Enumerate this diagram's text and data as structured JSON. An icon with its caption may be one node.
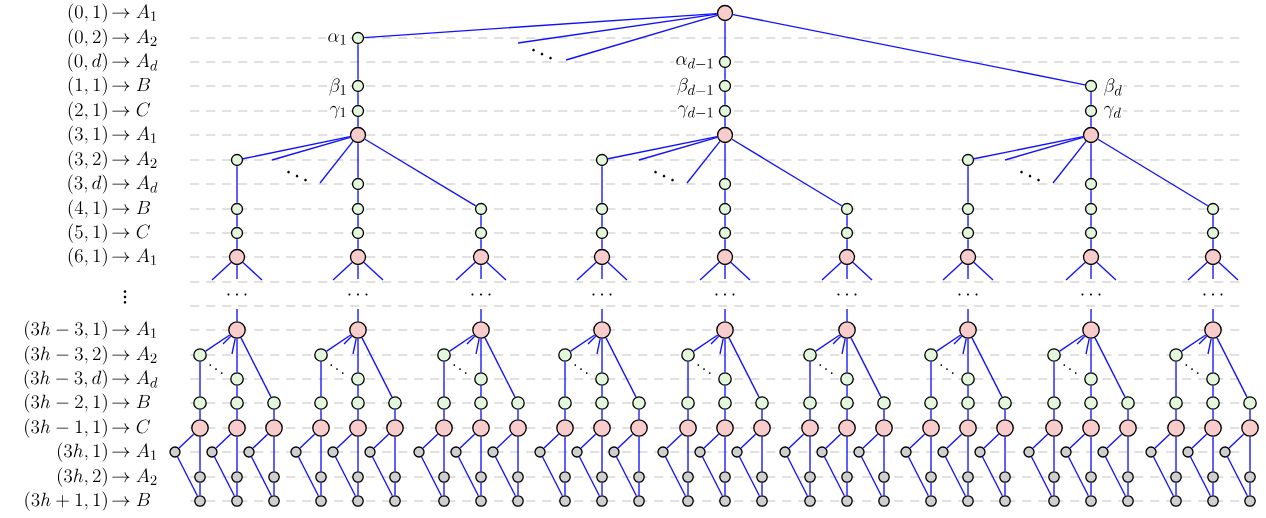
{
  "diagram": {
    "nodes": [
      {
        "text": [],
        "shape": "circle"
      },
      {
        "text": [],
        "shape": "circle",
        "beside": [
          "\\alpha_1"
        ]
      },
      {
        "text": [],
        "shape": "circle",
        "beside": [
          "\\beta_1"
        ]
      },
      {
        "text": [],
        "shape": "circle",
        "beside": [
          "\\gamma_1"
        ]
      },
      {
        "text": [],
        "shape": "circle"
      },
      {
        "text": [],
        "shape": "circle",
        "beside": [
          "\\alpha_{d-1}"
        ]
      },
      {
        "text": [],
        "shape": "circle",
        "beside": [
          "\\beta_{d-1}"
        ]
      },
      {
        "text": [],
        "shape": "circle",
        "beside": [
          "\\gamma_{d-1}"
        ]
      },
      {
        "text": [],
        "shape": "circle"
      },
      {
        "text": [],
        "shape": "circle",
        "beside": [
          "\\beta_d"
        ]
      },
      {
        "text": [],
        "shape": "circle",
        "beside": [
          "\\gamma_d"
        ]
      },
      {
        "text": [],
        "shape": "circle"
      },
      {
        "text": [],
        "shape": "circle"
      },
      {
        "text": [],
        "shape": "circle"
      },
      {
        "text": [],
        "shape": "circle"
      },
      {
        "text": [],
        "shape": "circle"
      },
      {
        "text": [],
        "shape": "circle"
      },
      {
        "text": [],
        "shape": "circle"
      },
      {
        "text": [],
        "shape": "circle"
      },
      {
        "text": [],
        "shape": "circle"
      },
      {
        "text": [],
        "shape": "circle"
      },
      {
        "text": [],
        "shape": "circle"
      },
      {
        "text": [],
        "shape": "circle"
      },
      {
        "text": [],
        "shape": "circle"
      },
      {
        "text": [],
        "shape": "circle"
      },
      {
        "text": [],
        "shape": "circle"
      },
      {
        "text": [],
        "shape": "circle"
      },
      {
        "text": [],
        "shape": "circle"
      },
      {
        "text": [],
        "shape": "circle"
      },
      {
        "text": [],
        "shape": "circle"
      },
      {
        "text": [],
        "shape": "circle"
      },
      {
        "text": [],
        "shape": "circle"
      },
      {
        "text": [],
        "shape": "circle"
      },
      {
        "text": [],
        "shape": "circle"
      },
      {
        "text": [],
        "shape": "circle"
      },
      {
        "text": [],
        "shape": "circle"
      },
      {
        "text": [],
        "shape": "circle"
      },
      {
        "text": [],
        "shape": "circle"
      },
      {
        "text": [],
        "shape": "circle"
      },
      {
        "text": [],
        "shape": "circle"
      },
      {
        "text": [],
        "shape": "circle"
      },
      {
        "text": [],
        "shape": "circle"
      },
      {
        "text": [],
        "shape": "circle"
      },
      {
        "text": [],
        "shape": "circle"
      },
      {
        "text": [],
        "shape": "circle"
      },
      {
        "text": [],
        "shape": "circle"
      },
      {
        "text": [],
        "shape": "circle"
      },
      {
        "text": [],
        "shape": "circle"
      },
      {
        "text": [],
        "shape": "circle"
      },
      {
        "text": [],
        "shape": "circle"
      },
      {
        "text": [],
        "shape": "circle"
      },
      {
        "text": [],
        "shape": "circle"
      },
      {
        "text": [],
        "shape": "circle"
      },
      {
        "text": [],
        "shape": "circle"
      },
      {
        "text": [],
        "shape": "circle"
      },
      {
        "text": [],
        "shape": "circle"
      },
      {
        "text": [],
        "shape": "circle"
      },
      {
        "text": [],
        "shape": "circle"
      },
      {
        "text": [],
        "shape": "circle"
      },
      {
        "text": [],
        "shape": "circle"
      },
      {
        "text": [],
        "shape": "circle"
      },
      {
        "text": [],
        "shape": "circle"
      },
      {
        "text": [],
        "shape": "circle"
      },
      {
        "text": [],
        "shape": "circle"
      },
      {
        "text": [],
        "shape": "circle"
      },
      {
        "text": [],
        "shape": "circle"
      },
      {
        "text": [],
        "shape": "circle"
      },
      {
        "text": [],
        "shape": "circle"
      },
      {
        "text": [],
        "shape": "circle"
      },
      {
        "text": [],
        "shape": "circle"
      },
      {
        "text": [],
        "shape": "circle"
      },
      {
        "text": [],
        "shape": "circle"
      },
      {
        "text": [],
        "shape": "circle"
      },
      {
        "text": [],
        "shape": "circle"
      },
      {
        "text": [],
        "shape": "circle"
      },
      {
        "text": [],
        "shape": "circle"
      },
      {
        "text": [],
        "shape": "circle"
      },
      {
        "text": [],
        "shape": "circle"
      },
      {
        "text": [],
        "shape": "circle"
      },
      {
        "text": [],
        "shape": "circle"
      },
      {
        "text": [],
        "shape": "circle"
      },
      {
        "text": [],
        "shape": "circle"
      },
      {
        "text": [],
        "shape": "circle"
      },
      {
        "text": [],
        "shape": "circle"
      },
      {
        "text": [],
        "shape": "circle"
      },
      {
        "text": [],
        "shape": "circle"
      },
      {
        "text": [],
        "shape": "circle"
      },
      {
        "text": [],
        "shape": "circle"
      },
      {
        "text": [],
        "shape": "circle"
      },
      {
        "text": [],
        "shape": "circle"
      },
      {
        "text": [],
        "shape": "circle"
      },
      {
        "text": [],
        "shape": "circle"
      },
      {
        "text": [],
        "shape": "circle"
      },
      {
        "text": [],
        "shape": "circle"
      },
      {
        "text": [],
        "shape": "circle"
      },
      {
        "text": [],
        "shape": "circle"
      },
      {
        "text": [],
        "shape": "circle"
      },
      {
        "text": [],
        "shape": "circle"
      },
      {
        "text": [],
        "shape": "circle"
      },
      {
        "text": [],
        "shape": "circle"
      },
      {
        "text": [],
        "shape": "circle"
      },
      {
        "text": [],
        "shape": "circle"
      },
      {
        "text": [],
        "shape": "circle"
      },
      {
        "text": [],
        "shape": "circle"
      },
      {
        "text": [],
        "shape": "circle"
      },
      {
        "text": [],
        "shape": "circle"
      },
      {
        "text": [],
        "shape": "circle"
      },
      {
        "text": [],
        "shape": "circle"
      },
      {
        "text": [],
        "shape": "circle"
      },
      {
        "text": [],
        "shape": "circle"
      },
      {
        "text": [],
        "shape": "circle"
      },
      {
        "text": [],
        "shape": "circle"
      },
      {
        "text": [],
        "shape": "circle"
      },
      {
        "text": [],
        "shape": "circle"
      },
      {
        "text": [],
        "shape": "circle"
      },
      {
        "text": [],
        "shape": "circle"
      },
      {
        "text": [],
        "shape": "circle"
      },
      {
        "text": [],
        "shape": "circle"
      },
      {
        "text": [],
        "shape": "circle"
      },
      {
        "text": [],
        "shape": "circle"
      },
      {
        "text": [],
        "shape": "circle"
      },
      {
        "text": [],
        "shape": "circle"
      },
      {
        "text": [],
        "shape": "circle"
      },
      {
        "text": [],
        "shape": "circle"
      },
      {
        "text": [],
        "shape": "circle"
      },
      {
        "text": [],
        "shape": "circle"
      },
      {
        "text": [],
        "shape": "circle"
      },
      {
        "text": [],
        "shape": "circle"
      },
      {
        "text": [],
        "shape": "circle"
      },
      {
        "text": [],
        "shape": "circle"
      },
      {
        "text": [],
        "shape": "circle"
      },
      {
        "text": [],
        "shape": "circle"
      },
      {
        "text": [],
        "shape": "circle"
      },
      {
        "text": [],
        "shape": "circle"
      },
      {
        "text": [],
        "shape": "circle"
      },
      {
        "text": [],
        "shape": "circle"
      },
      {
        "text": [],
        "shape": "circle"
      },
      {
        "text": [],
        "shape": "circle"
      },
      {
        "text": [],
        "shape": "circle"
      },
      {
        "text": [],
        "shape": "circle"
      },
      {
        "text": [],
        "shape": "circle"
      },
      {
        "text": [],
        "shape": "circle"
      },
      {
        "text": [],
        "shape": "circle"
      },
      {
        "text": [],
        "shape": "circle"
      },
      {
        "text": [],
        "shape": "circle"
      },
      {
        "text": [],
        "shape": "circle"
      },
      {
        "text": [],
        "shape": "circle"
      },
      {
        "text": [],
        "shape": "circle"
      },
      {
        "text": [],
        "shape": "circle"
      },
      {
        "text": [],
        "shape": "circle"
      },
      {
        "text": [],
        "shape": "circle"
      },
      {
        "text": [],
        "shape": "circle"
      },
      {
        "text": [],
        "shape": "circle"
      },
      {
        "text": [],
        "shape": "circle"
      },
      {
        "text": [],
        "shape": "circle"
      },
      {
        "text": [],
        "shape": "circle"
      },
      {
        "text": [],
        "shape": "circle"
      },
      {
        "text": [],
        "shape": "circle"
      },
      {
        "text": [],
        "shape": "circle"
      },
      {
        "text": [],
        "shape": "circle"
      },
      {
        "text": [],
        "shape": "circle"
      },
      {
        "text": [],
        "shape": "circle"
      },
      {
        "text": [],
        "shape": "circle"
      },
      {
        "text": [],
        "shape": "circle"
      },
      {
        "text": [],
        "shape": "circle"
      },
      {
        "text": [],
        "shape": "circle"
      },
      {
        "text": [],
        "shape": "circle"
      },
      {
        "text": [],
        "shape": "circle"
      },
      {
        "text": [],
        "shape": "circle"
      },
      {
        "text": [],
        "shape": "circle"
      },
      {
        "text": [],
        "shape": "circle"
      },
      {
        "text": [],
        "shape": "circle"
      },
      {
        "text": [],
        "shape": "circle"
      },
      {
        "text": [],
        "shape": "circle"
      },
      {
        "text": [],
        "shape": "circle"
      },
      {
        "text": [],
        "shape": "circle"
      },
      {
        "text": [],
        "shape": "circle"
      },
      {
        "text": [],
        "shape": "circle"
      },
      {
        "text": [],
        "shape": "circle"
      },
      {
        "text": [],
        "shape": "circle"
      },
      {
        "text": [],
        "shape": "circle"
      },
      {
        "text": [],
        "shape": "circle"
      },
      {
        "text": [],
        "shape": "circle"
      },
      {
        "text": [],
        "shape": "circle"
      },
      {
        "text": [],
        "shape": "circle"
      },
      {
        "text": [],
        "shape": "circle"
      },
      {
        "text": [],
        "shape": "circle"
      },
      {
        "text": [],
        "shape": "circle"
      },
      {
        "text": [],
        "shape": "circle"
      },
      {
        "text": [],
        "shape": "circle"
      },
      {
        "text": [],
        "shape": "circle"
      },
      {
        "text": [],
        "shape": "circle"
      },
      {
        "text": [],
        "shape": "circle"
      },
      {
        "text": [],
        "shape": "circle"
      },
      {
        "text": [],
        "shape": "circle"
      },
      {
        "text": [],
        "shape": "circle"
      },
      {
        "text": [],
        "shape": "circle"
      },
      {
        "text": [],
        "shape": "circle"
      },
      {
        "text": [],
        "shape": "circle"
      },
      {
        "text": [],
        "shape": "circle"
      },
      {
        "text": [],
        "shape": "circle"
      },
      {
        "text": [],
        "shape": "circle"
      },
      {
        "text": [],
        "shape": "circle"
      },
      {
        "text": [],
        "shape": "circle"
      },
      {
        "text": [],
        "shape": "circle"
      },
      {
        "text": [],
        "shape": "circle"
      },
      {
        "text": [],
        "shape": "circle"
      }
    ],
    "edges": [
      {
        "from": 0,
        "to": 1,
        "arrow": "none"
      },
      {
        "from": 0,
        "to": null,
        "arrow": "none"
      },
      {
        "from": 0,
        "to": null,
        "arrow": "none"
      },
      {
        "from": 0,
        "to": 5,
        "arrow": "none"
      },
      {
        "from": 0,
        "to": 9,
        "arrow": "none"
      },
      {
        "from": 1,
        "to": 2,
        "arrow": "none"
      },
      {
        "from": 2,
        "to": 3,
        "arrow": "none"
      },
      {
        "from": 3,
        "to": 4,
        "arrow": "none"
      },
      {
        "from": 5,
        "to": 6,
        "arrow": "none"
      },
      {
        "from": 6,
        "to": 7,
        "arrow": "none"
      },
      {
        "from": 7,
        "to": 8,
        "arrow": "none"
      },
      {
        "from": 9,
        "to": 10,
        "arrow": "none"
      },
      {
        "from": 10,
        "to": 11,
        "arrow": "none"
      },
      {
        "from": 4,
        "to": 12,
        "arrow": "none"
      },
      {
        "from": 4,
        "to": null,
        "arrow": "none"
      },
      {
        "from": 4,
        "to": null,
        "arrow": "none"
      },
      {
        "from": 4,
        "to": 16,
        "arrow": "none"
      },
      {
        "from": 4,
        "to": 20,
        "arrow": "none"
      },
      {
        "from": 12,
        "to": 13,
        "arrow": "none"
      },
      {
        "from": 13,
        "to": 14,
        "arrow": "none"
      },
      {
        "from": 14,
        "to": 15,
        "arrow": "none"
      },
      {
        "from": 16,
        "to": 17,
        "arrow": "none"
      },
      {
        "from": 17,
        "to": 18,
        "arrow": "none"
      },
      {
        "from": 18,
        "to": 19,
        "arrow": "none"
      },
      {
        "from": 20,
        "to": 21,
        "arrow": "none"
      },
      {
        "from": 21,
        "to": 22,
        "arrow": "none"
      },
      {
        "from": 8,
        "to": 23,
        "arrow": "none"
      },
      {
        "from": 8,
        "to": null,
        "arrow": "none"
      },
      {
        "from": 8,
        "to": null,
        "arrow": "none"
      },
      {
        "from": 8,
        "to": 27,
        "arrow": "none"
      },
      {
        "from": 8,
        "to": 31,
        "arrow": "none"
      },
      {
        "from": 23,
        "to": 24,
        "arrow": "none"
      },
      {
        "from": 24,
        "to": 25,
        "arrow": "none"
      },
      {
        "from": 25,
        "to": 26,
        "arrow": "none"
      },
      {
        "from": 27,
        "to": 28,
        "arrow": "none"
      },
      {
        "from": 28,
        "to": 29,
        "arrow": "none"
      },
      {
        "from": 29,
        "to": 30,
        "arrow": "none"
      },
      {
        "from": 31,
        "to": 32,
        "arrow": "none"
      },
      {
        "from": 32,
        "to": 33,
        "arrow": "none"
      },
      {
        "from": 11,
        "to": 34,
        "arrow": "none"
      },
      {
        "from": 11,
        "to": null,
        "arrow": "none"
      },
      {
        "from": 11,
        "to": null,
        "arrow": "none"
      },
      {
        "from": 11,
        "to": 38,
        "arrow": "none"
      },
      {
        "from": 11,
        "to": 42,
        "arrow": "none"
      },
      {
        "from": 34,
        "to": 35,
        "arrow": "none"
      },
      {
        "from": 35,
        "to": 36,
        "arrow": "none"
      },
      {
        "from": 36,
        "to": 37,
        "arrow": "none"
      },
      {
        "from": 38,
        "to": 39,
        "arrow": "none"
      },
      {
        "from": 39,
        "to": 40,
        "arrow": "none"
      },
      {
        "from": 40,
        "to": 41,
        "arrow": "none"
      },
      {
        "from": 42,
        "to": 43,
        "arrow": "none"
      },
      {
        "from": 43,
        "to": 44,
        "arrow": "none"
      },
      {
        "from": 15,
        "to": null,
        "arrow": "none"
      },
      {
        "from": 15,
        "to": null,
        "arrow": "none"
      },
      {
        "from": 15,
        "to": null,
        "arrow": "none"
      },
      {
        "from": 19,
        "to": null,
        "arrow": "none"
      },
      {
        "from": 19,
        "to": null,
        "arrow": "none"
      },
      {
        "from": 19,
        "to": null,
        "arrow": "none"
      },
      {
        "from": 22,
        "to": null,
        "arrow": "none"
      },
      {
        "from": 22,
        "to": null,
        "arrow": "none"
      },
      {
        "from": 22,
        "to": null,
        "arrow": "none"
      },
      {
        "from": 26,
        "to": null,
        "arrow": "none"
      },
      {
        "from": 26,
        "to": null,
        "arrow": "none"
      },
      {
        "from": 26,
        "to": null,
        "arrow": "none"
      },
      {
        "from": 30,
        "to": null,
        "arrow": "none"
      },
      {
        "from": 30,
        "to": null,
        "arrow": "none"
      },
      {
        "from": 30,
        "to": null,
        "arrow": "none"
      },
      {
        "from": 33,
        "to": null,
        "arrow": "none"
      },
      {
        "from": 33,
        "to": null,
        "arrow": "none"
      },
      {
        "from": 33,
        "to": null,
        "arrow": "none"
      },
      {
        "from": 37,
        "to": null,
        "arrow": "none"
      },
      {
        "from": 37,
        "to": null,
        "arrow": "none"
      },
      {
        "from": 37,
        "to": null,
        "arrow": "none"
      },
      {
        "from": 41,
        "to": null,
        "arrow": "none"
      },
      {
        "from": 41,
        "to": null,
        "arrow": "none"
      },
      {
        "from": 41,
        "to": null,
        "arrow": "none"
      },
      {
        "from": 44,
        "to": null,
        "arrow": "none"
      },
      {
        "from": 44,
        "to": null,
        "arrow": "none"
      },
      {
        "from": 44,
        "to": null,
        "arrow": "none"
      },
      {
        "from": null,
        "to": 45,
        "arrow": "none"
      },
      {
        "from": 45,
        "to": 46,
        "arrow": "none"
      },
      {
        "from": 45,
        "to": null,
        "arrow": "none"
      },
      {
        "from": 45,
        "to": null,
        "arrow": "none"
      },
      {
        "from": 45,
        "to": 49,
        "arrow": "none"
      },
      {
        "from": 45,
        "to": 52,
        "arrow": "none"
      },
      {
        "from": 46,
        "to": 47,
        "arrow": "none"
      },
      {
        "from": 47,
        "to": 48,
        "arrow": "none"
      },
      {
        "from": 49,
        "to": 50,
        "arrow": "none"
      },
      {
        "from": 50,
        "to": 51,
        "arrow": "none"
      },
      {
        "from": 52,
        "to": 53,
        "arrow": "none"
      },
      {
        "from": 48,
        "to": 54,
        "arrow": "none"
      },
      {
        "from": 48,
        "to": 55,
        "arrow": "none"
      },
      {
        "from": 55,
        "to": 56,
        "arrow": "none"
      },
      {
        "from": 54,
        "to": 56,
        "arrow": "none"
      },
      {
        "from": 51,
        "to": 57,
        "arrow": "none"
      },
      {
        "from": 51,
        "to": 58,
        "arrow": "none"
      },
      {
        "from": 58,
        "to": 59,
        "arrow": "none"
      },
      {
        "from": 57,
        "to": 59,
        "arrow": "none"
      },
      {
        "from": 53,
        "to": 60,
        "arrow": "none"
      },
      {
        "from": 53,
        "to": 61,
        "arrow": "none"
      },
      {
        "from": 61,
        "to": 62,
        "arrow": "none"
      },
      {
        "from": 60,
        "to": 62,
        "arrow": "none"
      },
      {
        "from": null,
        "to": 63,
        "arrow": "none"
      },
      {
        "from": 63,
        "to": 64,
        "arrow": "none"
      },
      {
        "from": 63,
        "to": null,
        "arrow": "none"
      },
      {
        "from": 63,
        "to": null,
        "arrow": "none"
      },
      {
        "from": 63,
        "to": 67,
        "arrow": "none"
      },
      {
        "from": 63,
        "to": 70,
        "arrow": "none"
      },
      {
        "from": 64,
        "to": 65,
        "arrow": "none"
      },
      {
        "from": 65,
        "to": 66,
        "arrow": "none"
      },
      {
        "from": 67,
        "to": 68,
        "arrow": "none"
      },
      {
        "from": 68,
        "to": 69,
        "arrow": "none"
      },
      {
        "from": 70,
        "to": 71,
        "arrow": "none"
      },
      {
        "from": 66,
        "to": 72,
        "arrow": "none"
      },
      {
        "from": 66,
        "to": 73,
        "arrow": "none"
      },
      {
        "from": 73,
        "to": 74,
        "arrow": "none"
      },
      {
        "from": 72,
        "to": 74,
        "arrow": "none"
      },
      {
        "from": 69,
        "to": 75,
        "arrow": "none"
      },
      {
        "from": 69,
        "to": 76,
        "arrow": "none"
      },
      {
        "from": 76,
        "to": 77,
        "arrow": "none"
      },
      {
        "from": 75,
        "to": 77,
        "arrow": "none"
      },
      {
        "from": 71,
        "to": 78,
        "arrow": "none"
      },
      {
        "from": 71,
        "to": 79,
        "arrow": "none"
      },
      {
        "from": 79,
        "to": 80,
        "arrow": "none"
      },
      {
        "from": 78,
        "to": 80,
        "arrow": "none"
      },
      {
        "from": null,
        "to": 81,
        "arrow": "none"
      },
      {
        "from": 81,
        "to": 82,
        "arrow": "none"
      },
      {
        "from": 81,
        "to": null,
        "arrow": "none"
      },
      {
        "from": 81,
        "to": null,
        "arrow": "none"
      },
      {
        "from": 81,
        "to": 85,
        "arrow": "none"
      },
      {
        "from": 81,
        "to": 88,
        "arrow": "none"
      },
      {
        "from": 82,
        "to": 83,
        "arrow": "none"
      },
      {
        "from": 83,
        "to": 84,
        "arrow": "none"
      },
      {
        "from": 85,
        "to": 86,
        "arrow": "none"
      },
      {
        "from": 86,
        "to": 87,
        "arrow": "none"
      },
      {
        "from": 88,
        "to": 89,
        "arrow": "none"
      },
      {
        "from": 84,
        "to": 90,
        "arrow": "none"
      },
      {
        "from": 84,
        "to": 91,
        "arrow": "none"
      },
      {
        "from": 91,
        "to": 92,
        "arrow": "none"
      },
      {
        "from": 90,
        "to": 92,
        "arrow": "none"
      },
      {
        "from": 87,
        "to": 93,
        "arrow": "none"
      },
      {
        "from": 87,
        "to": 94,
        "arrow": "none"
      },
      {
        "from": 94,
        "to": 95,
        "arrow": "none"
      },
      {
        "from": 93,
        "to": 95,
        "arrow": "none"
      },
      {
        "from": 89,
        "to": 96,
        "arrow": "none"
      },
      {
        "from": 89,
        "to": 97,
        "arrow": "none"
      },
      {
        "from": 97,
        "to": 98,
        "arrow": "none"
      },
      {
        "from": 96,
        "to": 98,
        "arrow": "none"
      },
      {
        "from": null,
        "to": 99,
        "arrow": "none"
      },
      {
        "from": 99,
        "to": 100,
        "arrow": "none"
      },
      {
        "from": 99,
        "to": null,
        "arrow": "none"
      },
      {
        "from": 99,
        "to": null,
        "arrow": "none"
      },
      {
        "from": 99,
        "to": 103,
        "arrow": "none"
      },
      {
        "from": 99,
        "to": 106,
        "arrow": "none"
      },
      {
        "from": 100,
        "to": 101,
        "arrow": "none"
      },
      {
        "from": 101,
        "to": 102,
        "arrow": "none"
      },
      {
        "from": 103,
        "to": 104,
        "arrow": "none"
      },
      {
        "from": 104,
        "to": 105,
        "arrow": "none"
      },
      {
        "from": 106,
        "to": 107,
        "arrow": "none"
      },
      {
        "from": 102,
        "to": 108,
        "arrow": "none"
      },
      {
        "from": 102,
        "to": 109,
        "arrow": "none"
      },
      {
        "from": 109,
        "to": 110,
        "arrow": "none"
      },
      {
        "from": 108,
        "to": 110,
        "arrow": "none"
      },
      {
        "from": 105,
        "to": 111,
        "arrow": "none"
      },
      {
        "from": 105,
        "to": 112,
        "arrow": "none"
      },
      {
        "from": 112,
        "to": 113,
        "arrow": "none"
      },
      {
        "from": 111,
        "to": 113,
        "arrow": "none"
      },
      {
        "from": 107,
        "to": 114,
        "arrow": "none"
      },
      {
        "from": 107,
        "to": 115,
        "arrow": "none"
      },
      {
        "from": 115,
        "to": 116,
        "arrow": "none"
      },
      {
        "from": 114,
        "to": 116,
        "arrow": "none"
      },
      {
        "from": null,
        "to": 117,
        "arrow": "none"
      },
      {
        "from": 117,
        "to": 118,
        "arrow": "none"
      },
      {
        "from": 117,
        "to": null,
        "arrow": "none"
      },
      {
        "from": 117,
        "to": null,
        "arrow": "none"
      },
      {
        "from": 117,
        "to": 121,
        "arrow": "none"
      },
      {
        "from": 117,
        "to": 124,
        "arrow": "none"
      },
      {
        "from": 118,
        "to": 119,
        "arrow": "none"
      },
      {
        "from": 119,
        "to": 120,
        "arrow": "none"
      },
      {
        "from": 121,
        "to": 122,
        "arrow": "none"
      },
      {
        "from": 122,
        "to": 123,
        "arrow": "none"
      },
      {
        "from": 124,
        "to": 125,
        "arrow": "none"
      },
      {
        "from": 120,
        "to": 126,
        "arrow": "none"
      },
      {
        "from": 120,
        "to": 127,
        "arrow": "none"
      },
      {
        "from": 127,
        "to": 128,
        "arrow": "none"
      },
      {
        "from": 126,
        "to": 128,
        "arrow": "none"
      },
      {
        "from": 123,
        "to": 129,
        "arrow": "none"
      },
      {
        "from": 123,
        "to": 130,
        "arrow": "none"
      },
      {
        "from": 130,
        "to": 131,
        "arrow": "none"
      },
      {
        "from": 129,
        "to": 131,
        "arrow": "none"
      },
      {
        "from": 125,
        "to": 132,
        "arrow": "none"
      },
      {
        "from": 125,
        "to": 133,
        "arrow": "none"
      },
      {
        "from": 133,
        "to": 134,
        "arrow": "none"
      },
      {
        "from": 132,
        "to": 134,
        "arrow": "none"
      },
      {
        "from": null,
        "to": 135,
        "arrow": "none"
      },
      {
        "from": 135,
        "to": 136,
        "arrow": "none"
      },
      {
        "from": 135,
        "to": null,
        "arrow": "none"
      },
      {
        "from": 135,
        "to": null,
        "arrow": "none"
      },
      {
        "from": 135,
        "to": 139,
        "arrow": "none"
      },
      {
        "from": 135,
        "to": 142,
        "arrow": "none"
      },
      {
        "from": 136,
        "to": 137,
        "arrow": "none"
      },
      {
        "from": 137,
        "to": 138,
        "arrow": "none"
      },
      {
        "from": 139,
        "to": 140,
        "arrow": "none"
      },
      {
        "from": 140,
        "to": 141,
        "arrow": "none"
      },
      {
        "from": 142,
        "to": 143,
        "arrow": "none"
      },
      {
        "from": 138,
        "to": 144,
        "arrow": "none"
      },
      {
        "from": 138,
        "to": 145,
        "arrow": "none"
      },
      {
        "from": 145,
        "to": 146,
        "arrow": "none"
      },
      {
        "from": 144,
        "to": 146,
        "arrow": "none"
      },
      {
        "from": 141,
        "to": 147,
        "arrow": "none"
      },
      {
        "from": 141,
        "to": 148,
        "arrow": "none"
      },
      {
        "from": 148,
        "to": 149,
        "arrow": "none"
      },
      {
        "from": 147,
        "to": 149,
        "arrow": "none"
      },
      {
        "from": 143,
        "to": 150,
        "arrow": "none"
      },
      {
        "from": 143,
        "to": 151,
        "arrow": "none"
      },
      {
        "from": 151,
        "to": 152,
        "arrow": "none"
      },
      {
        "from": 150,
        "to": 152,
        "arrow": "none"
      },
      {
        "from": null,
        "to": 153,
        "arrow": "none"
      },
      {
        "from": 153,
        "to": 154,
        "arrow": "none"
      },
      {
        "from": 153,
        "to": null,
        "arrow": "none"
      },
      {
        "from": 153,
        "to": null,
        "arrow": "none"
      },
      {
        "from": 153,
        "to": 157,
        "arrow": "none"
      },
      {
        "from": 153,
        "to": 160,
        "arrow": "none"
      },
      {
        "from": 154,
        "to": 155,
        "arrow": "none"
      },
      {
        "from": 155,
        "to": 156,
        "arrow": "none"
      },
      {
        "from": 157,
        "to": 158,
        "arrow": "none"
      },
      {
        "from": 158,
        "to": 159,
        "arrow": "none"
      },
      {
        "from": 160,
        "to": 161,
        "arrow": "none"
      },
      {
        "from": 156,
        "to": 162,
        "arrow": "none"
      },
      {
        "from": 156,
        "to": 163,
        "arrow": "none"
      },
      {
        "from": 163,
        "to": 164,
        "arrow": "none"
      },
      {
        "from": 162,
        "to": 164,
        "arrow": "none"
      },
      {
        "from": 159,
        "to": 165,
        "arrow": "none"
      },
      {
        "from": 159,
        "to": 166,
        "arrow": "none"
      },
      {
        "from": 166,
        "to": 167,
        "arrow": "none"
      },
      {
        "from": 165,
        "to": 167,
        "arrow": "none"
      },
      {
        "from": 161,
        "to": 168,
        "arrow": "none"
      },
      {
        "from": 161,
        "to": 169,
        "arrow": "none"
      },
      {
        "from": 169,
        "to": 170,
        "arrow": "none"
      },
      {
        "from": 168,
        "to": 170,
        "arrow": "none"
      },
      {
        "from": null,
        "to": 171,
        "arrow": "none"
      },
      {
        "from": 171,
        "to": 172,
        "arrow": "none"
      },
      {
        "from": 171,
        "to": null,
        "arrow": "none"
      },
      {
        "from": 171,
        "to": null,
        "arrow": "none"
      },
      {
        "from": 171,
        "to": 175,
        "arrow": "none"
      },
      {
        "from": 171,
        "to": 178,
        "arrow": "none"
      },
      {
        "from": 172,
        "to": 173,
        "arrow": "none"
      },
      {
        "from": 173,
        "to": 174,
        "arrow": "none"
      },
      {
        "from": 175,
        "to": 176,
        "arrow": "none"
      },
      {
        "from": 176,
        "to": 177,
        "arrow": "none"
      },
      {
        "from": 178,
        "to": 179,
        "arrow": "none"
      },
      {
        "from": 174,
        "to": 180,
        "arrow": "none"
      },
      {
        "from": 174,
        "to": 181,
        "arrow": "none"
      },
      {
        "from": 181,
        "to": 182,
        "arrow": "none"
      },
      {
        "from": 180,
        "to": 182,
        "arrow": "none"
      },
      {
        "from": 177,
        "to": 183,
        "arrow": "none"
      },
      {
        "from": 177,
        "to": 184,
        "arrow": "none"
      },
      {
        "from": 184,
        "to": 185,
        "arrow": "none"
      },
      {
        "from": 183,
        "to": 185,
        "arrow": "none"
      },
      {
        "from": 179,
        "to": 186,
        "arrow": "none"
      },
      {
        "from": 179,
        "to": 187,
        "arrow": "none"
      },
      {
        "from": 187,
        "to": 188,
        "arrow": "none"
      },
      {
        "from": 186,
        "to": 188,
        "arrow": "none"
      },
      {
        "from": null,
        "to": 189,
        "arrow": "none"
      },
      {
        "from": 189,
        "to": 190,
        "arrow": "none"
      },
      {
        "from": 189,
        "to": null,
        "arrow": "none"
      },
      {
        "from": 189,
        "to": null,
        "arrow": "none"
      },
      {
        "from": 189,
        "to": 193,
        "arrow": "none"
      },
      {
        "from": 189,
        "to": 196,
        "arrow": "none"
      },
      {
        "from": 190,
        "to": 191,
        "arrow": "none"
      },
      {
        "from": 191,
        "to": 192,
        "arrow": "none"
      },
      {
        "from": 193,
        "to": 194,
        "arrow": "none"
      },
      {
        "from": 194,
        "to": 195,
        "arrow": "none"
      },
      {
        "from": 196,
        "to": 197,
        "arrow": "none"
      },
      {
        "from": 192,
        "to": 198,
        "arrow": "none"
      },
      {
        "from": 192,
        "to": 199,
        "arrow": "none"
      },
      {
        "from": 199,
        "to": 200,
        "arrow": "none"
      },
      {
        "from": 198,
        "to": 200,
        "arrow": "none"
      },
      {
        "from": 195,
        "to": 201,
        "arrow": "none"
      },
      {
        "from": 195,
        "to": 202,
        "arrow": "none"
      },
      {
        "from": 202,
        "to": 203,
        "arrow": "none"
      },
      {
        "from": 201,
        "to": 203,
        "arrow": "none"
      },
      {
        "from": 197,
        "to": 204,
        "arrow": "none"
      },
      {
        "from": 197,
        "to": 205,
        "arrow": "none"
      },
      {
        "from": 205,
        "to": 206,
        "arrow": "none"
      },
      {
        "from": 204,
        "to": 206,
        "arrow": "none"
      }
    ],
    "labels": [
      "(0,1)",
      "\\rightarrow A_1",
      "(0,2)",
      "\\rightarrow A_2",
      "(0,d)",
      "\\rightarrow A_d",
      "(1,1)",
      "\\rightarrow B",
      "(2,1)",
      "\\rightarrow C",
      "(3,1)",
      "\\rightarrow A_1",
      "(3,2)",
      "\\rightarrow A_2",
      "(3,d)",
      "\\rightarrow A_d",
      "(4,1)",
      "\\rightarrow B",
      "(5,1)",
      "\\rightarrow C",
      "(6,1)",
      "\\rightarrow A_1",
      "\\vdots",
      "(3h-3,1)",
      "\\rightarrow A_1",
      "(3h-3,2)",
      "\\rightarrow A_2",
      "(3h-3,d)",
      "\\rightarrow A_d",
      "(3h-2,1)",
      "\\rightarrow B",
      "(3h-1,1)",
      "\\rightarrow C",
      "(3h,1)",
      "\\rightarrow A_1",
      "(3h,2)",
      "\\rightarrow A_2",
      "(3h+1,1)",
      "\\rightarrow B",
      "\\ddots",
      "\\ddots",
      "\\ddots",
      "\\ddots",
      "\\cdots",
      "\\cdots",
      "\\cdots",
      "\\cdots",
      "\\cdots",
      "\\cdots",
      "\\cdots",
      "\\cdots",
      "\\cdots",
      "\\ddots",
      "\\ddots",
      "\\ddots",
      "\\ddots",
      "\\ddots",
      "\\ddots",
      "\\ddots",
      "\\ddots",
      "\\ddots"
    ]
  }
}
